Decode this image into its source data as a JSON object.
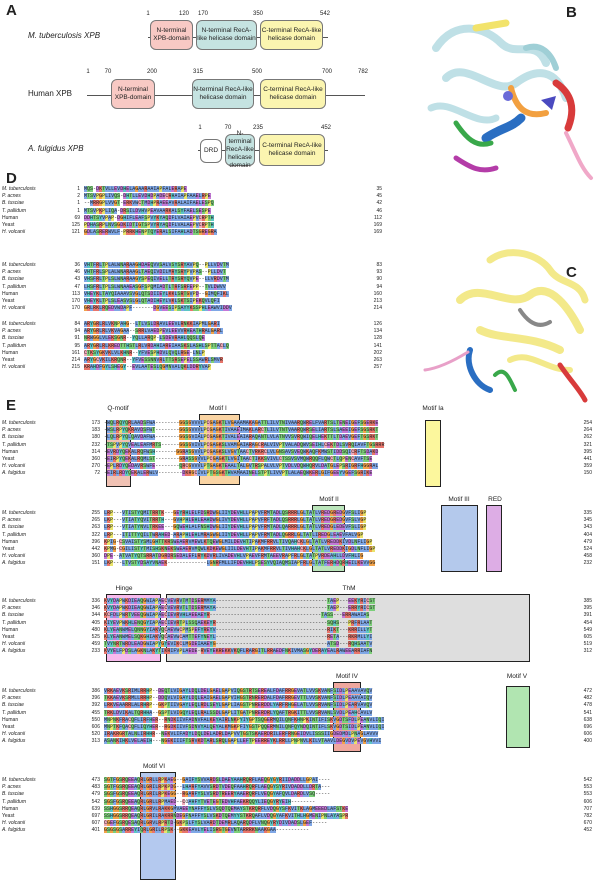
{
  "panels": {
    "a": "A",
    "b": "B",
    "c": "C",
    "d": "D",
    "e": "E"
  },
  "panel_a": {
    "mtb": {
      "name": "M. tuberculosis XPB",
      "positions": [
        "1",
        "120",
        "170",
        "350",
        "542"
      ],
      "d1": "N-terminal XPB-domain",
      "d2": "N-terminal RecA-like helicase domain",
      "d3": "C-terminal RecA-like helicase domain"
    },
    "human": {
      "name": "Human XPB",
      "positions": [
        "1",
        "70",
        "200",
        "315",
        "500",
        "700",
        "782"
      ],
      "d1": "N-terminal XPB-domain",
      "d2": "N-terminal RecA-like helicase domain",
      "d3": "C-terminal RecA-like helicase domain"
    },
    "afu": {
      "name": "A. fulgidus XPB",
      "positions": [
        "1",
        "70",
        "235",
        "452"
      ],
      "d0": "DRD",
      "d2": "N-terminal RecA-like helicase domain",
      "d3": "C-terminal RecA-like helicase domain"
    },
    "colors": {
      "nterm": "#f8c9c4",
      "recaN": "#c5e3e1",
      "recaC": "#fbf5b0",
      "drd": "#ffffff"
    }
  },
  "panel_d": {
    "names": [
      "M. tuberculosis",
      "P. acnes",
      "B. tusciae",
      "T. pallidum",
      "Human",
      "Yeast",
      "H. volcanii"
    ],
    "names_italic": [
      true,
      true,
      true,
      true,
      false,
      false,
      true
    ],
    "blocks": [
      {
        "start": [
          "1",
          "2",
          "1",
          "1",
          "69",
          "125",
          "121"
        ],
        "end": [
          "35",
          "45",
          "42",
          "46",
          "112",
          "169",
          "169"
        ],
        "seq": [
          "MQS-DKTVLLEVDHELAGAARAAIAPFALERAPE",
          "MTSVPGPLIVQS-DHTLLEVDHDPADECRHAIAPFAAELRPE",
          "--MRRGPLVVGT-ERKVWCTMDHPRAEEAVRALAIFAELESPQ",
          "MTSVPKPLIQA-DRSILDVHVPEAVAARKALSYFAELSESPE",
          "DDHTSYVPAP-DGHIFLEAFSPVYKYAQDFLVAIAEPVCRPTH",
          "PDHASRPLNVSGDKIDTIGTSPVYRYAQDFLVALAEPVCRPTH",
          "GDLASRERWVLF-PRRKHENPTQYERALSIFAHLADTSGREGRA"
        ]
      },
      {
        "start": [
          "36",
          "46",
          "43",
          "47",
          "113",
          "170",
          "170"
        ],
        "end": [
          "83",
          "93",
          "90",
          "94",
          "160",
          "213",
          "214"
        ],
        "seq": [
          "VHTFRLTPLALWNARAAGHDAEQVVSALVSYSRYAVPQ--PLLVDVTM",
          "VHTFRLSPLALWNARAAGLTAEQIVDILMRYSRYPVPAS--PLLDVT",
          "VHSFRLTPLSLWNARAAGYSPEQIVELLTRYSRYQVPE--LLVRDVTM",
          "LHSFRLTPLSLWNAAEASGFSPQMIADTLTRFSRFEPP--TVLDWVV",
          "VHEYKLTAYQIAAAVSVGLQTSDIIEYLKKLSRTGVPD--GIMQFIKL",
          "VHEYKLTPLSLEASVSLGLQTADIHEYLVKLSKTSIPEKQVLQFI",
          "GRLRKLRQEDVWDAPF-------DGVEESIPSAYYKSSPHLEAWVIDDV"
        ]
      },
      {
        "start": [
          "84",
          "94",
          "91",
          "95",
          "161",
          "214",
          "215"
        ],
        "end": [
          "126",
          "134",
          "128",
          "141",
          "202",
          "263",
          "257"
        ],
        "seq": [
          "ARYGRLRLVKNPAHG--LTLVSLDRAVLEEVLRNKKIAPMLGARI",
          "ARYGRLRLVKVAGAA--SRRLVAEDPEVLEEVVRHEATHRALGARL",
          "NRWGGLVLEKSGNR--YQLLARQP-LSDEVRAHLQQSLQE",
          "ARYGRLRLKREDTTHSTLRLVRDAHIAREIAASKSLASHLSPTTACLQ",
          "CTKSYGKVKLVLKHNR--YFVESPHDVLQVQLRGE-LNLP",
          "ARYGCVKILKRQNR--YFVESSNNVRLTTSRSEPELSSAWRLSMVR",
          "KRAHDFGYLSHEGY--EVLAATESLQGMNVALQKLDDRYVAP"
        ]
      }
    ]
  },
  "panel_e": {
    "names": [
      "M. tuberculosis",
      "P. acnes",
      "B. tusciae",
      "T. pallidum",
      "Human",
      "Yeast",
      "H. volcanii",
      "A. fulgidus"
    ],
    "names_italic": [
      true,
      true,
      true,
      true,
      false,
      false,
      true,
      true
    ],
    "blocks": [
      {
        "start": [
          "173",
          "183",
          "180",
          "232",
          "314",
          "360",
          "270",
          "72"
        ],
        "end": [
          "254",
          "264",
          "262",
          "321",
          "395",
          "441",
          "359",
          "150"
        ],
        "seq": [
          "-WQLRQYQRLAADSFWA--------GGSGVVVLPCGAGKTLVGAAAMAKAGATTLILVTNIVAARQWRELFVARTSLTENEIGEFSGERKE",
          "-WSLRPYQKRAVDSFWT--------GGSGVVVLPCGAGKTIVAAEIMAKLARCTLILVTNTVAARQWRSELIARTSLSAEEIGEFSGSRKT",
          "-LQLRPYQLQAVDAFWA--------GGSGVIALPCGAGKTIVALEAIARAQANTLVLATNVVSVRQWIQELHEKTTLTDAEVGEFTGSRKT",
          "-TSPVPYQVEALEAFMRTS------GGSGVIVLPCGAGKSLVAMGAIARAGCRALVIVPTVALADQWVSEIHLCEKTDLSVRQIAVFTGSRRR",
          "-EVRDYQEKALRQFWSH-------GGRASGVVLPCGAGKSLVGVTAACTVRKRCLVLGNSAVSVEQWKAQFKMWSTIDDSQICRFTSDAKD",
          "-EIRPYQEKALRQMLST--------GRASSGVVLPCGAGKTLVGITAACTIKKSVIVLCTSSVSVMQWRQQFLQWCTLQPENCAVFTSE",
          "-EPLRDYQEDAVRSWFE--------QRCGVVVLPTGAGKTEAALTALGVTRSPALVLVPTVDLVDQWHQRVLDATGLEPSRIGRFHGGRAL",
          "-EIRLRDYQEKALERWLV--------DKRGCIVLPTGSGKTHVAMAAINELSTPTLIVVPTLALAEQWKERLGIFGEEYVGEFSGRIKE"
        ]
      },
      {
        "start": [
          "255",
          "265",
          "263",
          "322",
          "396",
          "442",
          "360",
          "151"
        ],
        "end": [
          "335",
          "345",
          "343",
          "404",
          "479",
          "524",
          "458",
          "232"
        ],
        "seq": [
          "LRP---VTISTYQMITRRTK---GEYRHLELFDSRDWGLIIYDEVHLLPAPVFRMTADLQSRRRLGLTATLVREDGREDGVFSLIGP",
          "LKP---VTIATYQVITRRTH---GVHPHLEHLEAHDWGLIVYDEVHLLPAPVFRFTADLQSRRRLGLTATLVREDGREDGVFSLVGP",
          "LRP---VTIATYNVLTRKEE---GQWEHLALFNSHDWGLIIYDEVHLLPAPVFRMTADLQARRRLGLTATLVREDGLEDEVFSLIGP",
          "LRP---ITITTYQILTWRAHED-ARAPHLEHLMRAGWGLIIYDEVHLLPAPVFRMTADLQGRRLGLTATLIREDGLEAEVFALVGP",
          "KPIG-CSVAISTYSMLGHTTKRSWEAERVMEWLKTQEWGLMILDEVHTIPAKMFRRVLTIVQAHCKLGLTATLVREDDKIVDLNFLIGP",
          "KPMG-CGILISTYTMISHSKNEKSWEAERVMQWLKDKEWGLIILDEVHTIPAKMFRRVLTIVHAHCKLGLTATLVREDDKIGDLNFLIGP",
          "DPE--ATVATYQTSRRATDGRDRSEDALEFLRYKDVRLIVADEVHLVPAEVFRMTAEEVRAPFRLGLTATPVRDEAHLLDVFHLIG",
          "LKP---LTVSTYDSAYVNAEK-------------LGNRFMLLIFDEVHHLPSESYVQIAQMSIAPFRLGLTATFERHDQRHEILKEVVGG"
        ]
      },
      {
        "start": [
          "336",
          "346",
          "344",
          "405",
          "480",
          "525",
          "459",
          "233"
        ],
        "end": [
          "385",
          "395",
          "391",
          "454",
          "549",
          "605",
          "519",
          "312"
        ],
        "seq": [
          "KVYDAPWKDIEAQGWIAPAECVEVRVTMTDSERMMYA-------------------------------------TAEP---EEKYRICST",
          "KVYDAPWKDIEAQGWIAPAECVEVRVTLTDSERMAYA-------------------------------------TAEP---ERRYRICST",
          "KCFDLPWRTVEEQGWIAPAECIEVRVHLAEEAEYR-------------------------------------TASS---ERRAWAIAS",
          "KIYEVPWKHLENQGYIAPAECIEVRTPLSSQAEKEYR-------------------------------------SQHS---PRFRLAAT",
          "KLYEANWMELQNNGYIAKVQCAEVWCPMSPEFYREYV-------------------------------------RIKT---KRRILLYT",
          "KLYEANWMELSQKGHIAKVQCAEVWCAMTTEFYNEYL-------------------------------------RETA---RKRMLLYI",
          "TVYNRTWRDLEADGWIAPYGYEVIKCLMGDEIAAEYG-------------------------------------ATSD---RQHSAATV",
          "KVYELFPDSLAGKNLAKYTIKRIFVPLAEDE-RVEYEKREKKVKQFLRARGITLRRAEDFNKIVMASGYDERAYEALRAWEEARRIAFN"
        ]
      },
      {
        "start": [
          "386",
          "396",
          "392",
          "455",
          "550",
          "606",
          "520",
          "313"
        ],
        "end": [
          "472",
          "482",
          "478",
          "541",
          "638",
          "696",
          "606",
          "400"
        ],
        "seq": [
          "VRKAEVKSRIMLRRHP--DEQTLVIGAYLDQLDELGAELGAPVIQGSTRTSEREALFDAFRRGEVATLVVSKVANFSIDLPEAAVAVQV",
          "TKKAEVKSRMLLRRHP--DDQVLVIGAYLDQLEAIGAELGAPVIHGSTRNRERDALFDAFRRGEVTTLVVSKVANFSIDLPEAAVAIQV",
          "LRKVEAARRLALRHRP--GKPTIIVGAYLEQLRDLSEYLGAPLIAGSTPNRERDDLYARFRHGELATLVVSRVANFSIDLPEARVAVQV",
          "TRKLDVIKALTQRHHA--GSPTLVIGQYLEQLRALSSDLGAPLITGATPNRERDRLYQAFTRGKITTLVVSRVANLSVDLPEAHCAVLV",
          "MNPNKFRACQFLIRFHER--RNDKIIVFADNVFALKEYAIRLNKPYIYGPTSQGERMQILQNFKHNPKINTIFISKVGDTSFDLPEANVLIQI",
          "MNPTKFQACQFLIQYHER--RGDKIIVFSDNVYALQEYALKMGKPFIYGSTPQQERMNILQNFQYNDQINTIFLSKVGDTSIDLPEANVLIQI",
          "IRAKRGRTALNLIRHHR--NEKVLIFADYLDQLDELADRLDAPVVTGSTSKAERDRILERFRNGEIDVLISSSIIGDEDMDLPNAGLAVVV",
          "ASANKIHKLVELAEIH---NGEKIIIFTSRVKDTARLSRQLGAPLLEFTPEERREYKLRRLLPNPNVLKILVTAAVLDEGVDVPEVGVHVVI"
        ]
      },
      {
        "start": [
          "473",
          "483",
          "479",
          "542",
          "639",
          "697",
          "607",
          "401"
        ],
        "end": [
          "542",
          "553",
          "553",
          "606",
          "707",
          "782",
          "670",
          "452"
        ],
        "seq": [
          "SGTFGSRQEEAQRLGRLLRPKAEG--GAIFYSVVARDSLDAEYAAHRQRFLAEQGYGYRIIDADDLLGPAI----",
          "SGTFGSRQEEAQRLGRILRPKPDG--LHARFYAVVSRDTVDEQFAAHRQRFLAEQGYSYRIVDADDLLDRTA---",
          "SGSFGSRQEEAQRLGRILRPKEGG--RGARFYSLVSRDTREERYAAERQRFLVEQGYAFQVLDARDLVSQ-----",
          "SGSFGSRQEEAQRLGRLLRPMAED--COAHFYTVETEGTEDVHFAEKRQQYLIEQGYRYEIH--------",
          "SSHGGSRRQEAQRLGRVLRAKKGMVAEEYNAFFYSLVSQDTQEMAYSTKRQRFLVDQGYSFKVITKLAGMEEEDLAFSTKE",
          "SSHGGSRRQEAQRLGRILRAKRRNDEGFNAFFYSLVSKDTQEMYYSTKRQAFLVDQGYAFKVITHLHGMENIPNLAYASPR",
          "CGEFGSRQESAQRLGRVLRPRTD-GKPSLFYSLVARDTDEMRLAQARQDFLVNQGYRYDIVDADSLGEF-----",
          "GSGSGSARREYIQRLGRILRPSK--GKKEAVLYELISRGTGEVNTARRRKNAAKGAA-----------"
        ]
      }
    ],
    "motifs": {
      "q": "Q-motif",
      "m1": "Motif I",
      "m1a": "Motif Ia",
      "m2": "Motif II",
      "m3": "Motif III",
      "red": "RED",
      "hinge": "Hinge",
      "thm": "ThM",
      "m4": "Motif IV",
      "m5": "Motif V",
      "m6": "Motif VI"
    }
  }
}
